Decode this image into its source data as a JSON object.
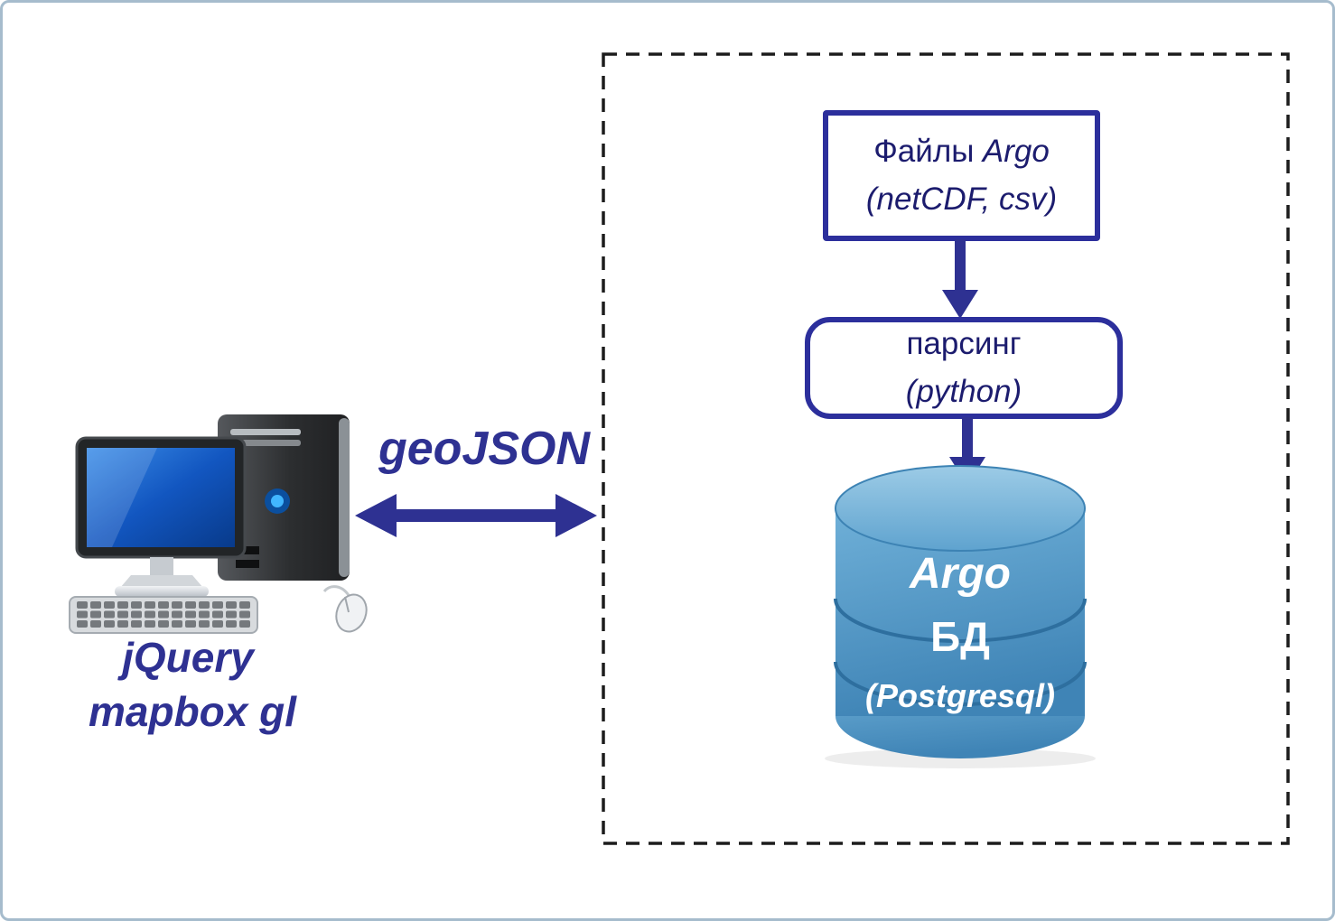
{
  "labels": {
    "geojson": "geoJSON",
    "client_line1": "jQuery",
    "client_line2": "mapbox gl"
  },
  "files_box": {
    "line1_a": "Файлы",
    "line1_b": "Argo",
    "line2": "(netCDF, csv)"
  },
  "parsing_box": {
    "line1": "парсинг",
    "line2": "(python)"
  },
  "database": {
    "line1": "Argo",
    "line2": "БД",
    "line3": "(Postgresql)"
  },
  "colors": {
    "navy": "#2e3192",
    "box_border": "#2c2f9c",
    "box_text": "#1c1c6e",
    "dashed_border": "#1c1c1c",
    "db_fill": "#4f96c8",
    "db_top": "#7fb9dc",
    "db_seam": "#2e6f9f",
    "frame_border": "#a6bccd",
    "screen_blue": "#1256c0"
  }
}
